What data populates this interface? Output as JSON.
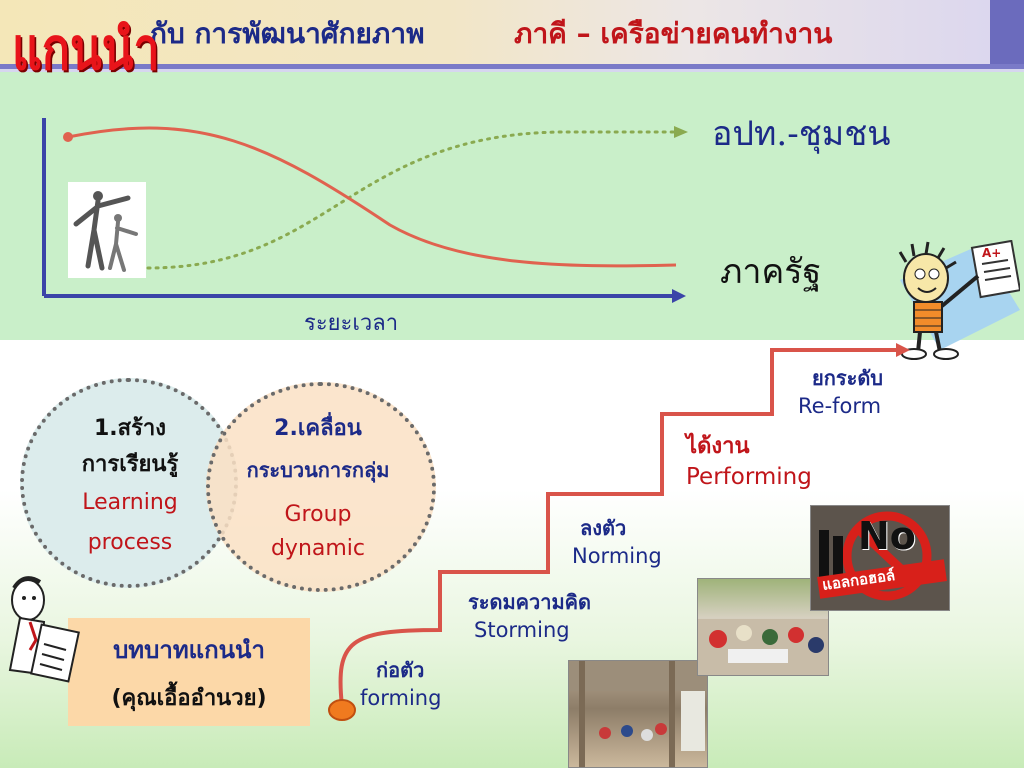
{
  "slide": {
    "title_big": "แกนนำ",
    "title_part1": "กับ การพัฒนาศักยภาพ",
    "title_part2": "ภาคี – เครือข่ายคนทำงาน"
  },
  "top_graph": {
    "label_top_curve": "อปท.-ชุมชน",
    "label_bottom_curve": "ภาครัฐ",
    "x_axis_label": "ระยะเวลา"
  },
  "circles": {
    "c1_title_line1": "1.สร้าง",
    "c1_title_line2": "การเรียนรู้",
    "c1_en_line1": "Learning",
    "c1_en_line2": "process",
    "c2_title_line1": "2.เคลื่อน",
    "c2_title_line2": "กระบวนการกลุ่ม",
    "c2_en_line1": "Group",
    "c2_en_line2": "dynamic"
  },
  "role_box": {
    "line1": "บทบาทแกนนำ",
    "line2": "(คุณเอื้ออำนวย)"
  },
  "stairs": [
    {
      "th": "ก่อตัว",
      "en": "forming"
    },
    {
      "th": "ระดมความคิด",
      "en": "Storming"
    },
    {
      "th": "ลงตัว",
      "en": "Norming"
    },
    {
      "th": "ได้งาน",
      "en": "Performing"
    },
    {
      "th": "ยกระดับ",
      "en": "Re-form"
    }
  ],
  "sign": {
    "text_big": "No",
    "text_small": "แอลกอฮอล์"
  },
  "paper_grade": "A+",
  "colors": {
    "red": "#e8141a",
    "navy": "#1c2a88",
    "curve": "#e0624f",
    "dotted": "#8aaa50",
    "axis": "#3b44a8"
  }
}
